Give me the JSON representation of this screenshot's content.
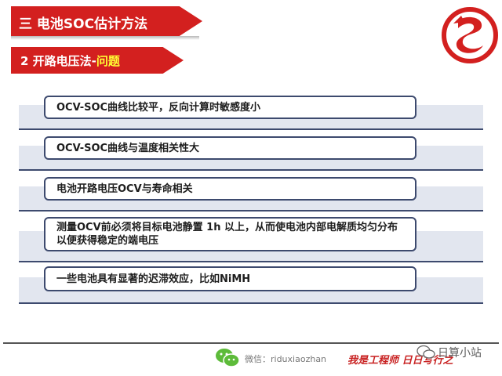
{
  "header": {
    "section_title": "三 电池SOC估计方法",
    "subtitle_main": "2 开路电压法-",
    "subtitle_highlight": "问题"
  },
  "items": [
    {
      "text": "OCV-SOC曲线比较平，反向计算时敏感度小"
    },
    {
      "text": "OCV-SOC曲线与温度相关性大"
    },
    {
      "text": "电池开路电压OCV与寿命相关"
    },
    {
      "text": "测量OCV前必须将目标电池静置 1h 以上，从而使电池内部电解质均匀分布以便获得稳定的端电压"
    },
    {
      "text": "一些电池具有显著的迟滞效应，比如NiMH"
    }
  ],
  "footer": {
    "wechat_label": "微信：riduxiaozhan",
    "slogan": "我是工程师 日日写行之",
    "watermark": "日算小站"
  },
  "colors": {
    "accent": "#d3201f",
    "highlight": "#ffff33",
    "box_border": "#3d4a6e",
    "box_fill": "#e2e6ef"
  }
}
